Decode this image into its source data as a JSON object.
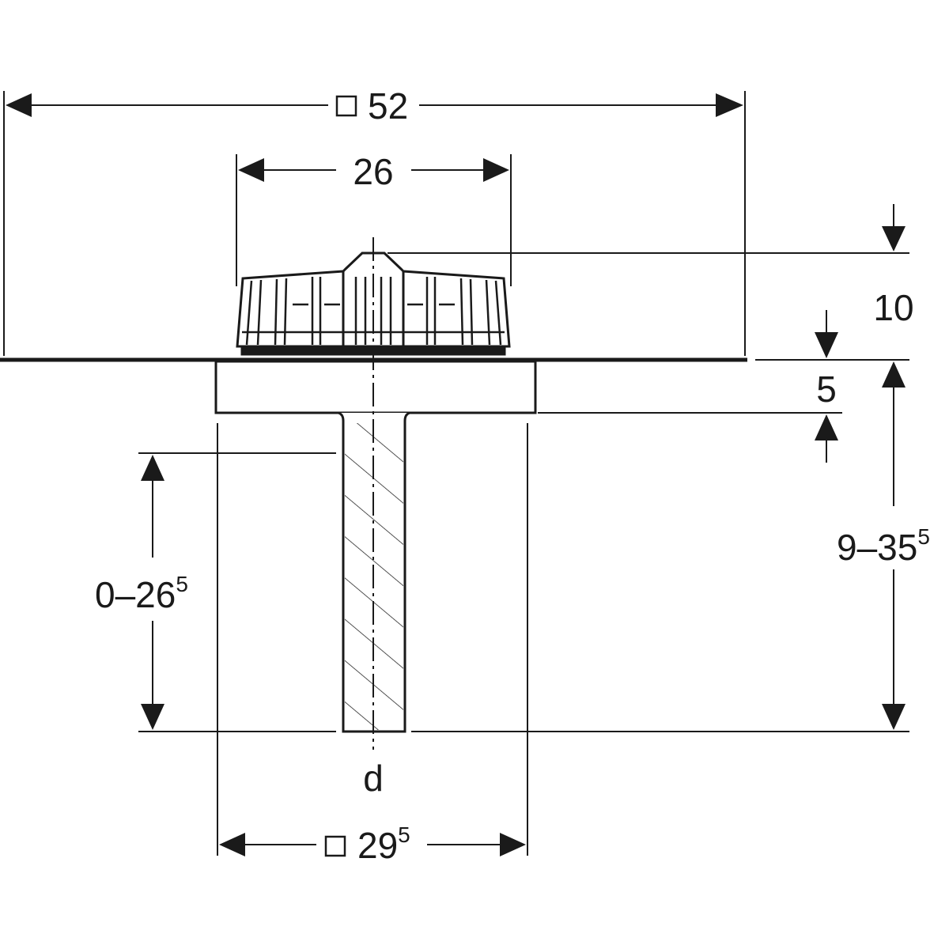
{
  "drawing": {
    "overall_width": {
      "prefix": "□",
      "value": "52"
    },
    "dome_width": {
      "value": "26"
    },
    "dome_height": {
      "value": "10"
    },
    "flange_height": {
      "value": "5"
    },
    "total_depth": {
      "value": "9–35",
      "sup": "5"
    },
    "pipe_length": {
      "value": "0–26",
      "sup": "5"
    },
    "pipe_diameter": {
      "value": "d"
    },
    "flange_width": {
      "prefix": "□",
      "value": "29",
      "sup": "5"
    }
  },
  "colors": {
    "ink": "#1a1a1a",
    "background": "#ffffff"
  }
}
